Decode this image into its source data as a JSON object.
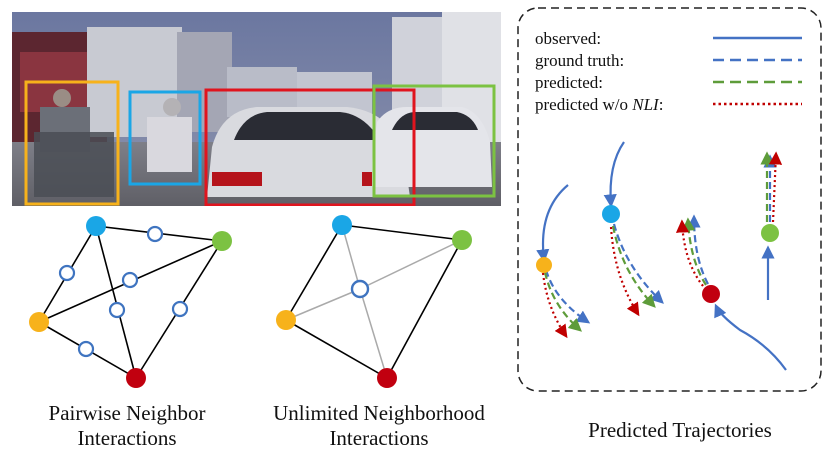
{
  "colors": {
    "yellow": "#f7b21b",
    "blue": "#1aa6e6",
    "red": "#c1000f",
    "green": "#7cc242",
    "ring": "#3f74c0",
    "observed": "#4472c4",
    "ground_truth": "#4472c4",
    "predicted": "#5e9c3a",
    "predicted_wo": "#c00000"
  },
  "legend": {
    "observed": "observed:",
    "ground_truth": "ground truth:",
    "predicted": "predicted:",
    "predicted_wo_prefix": "predicted w/o ",
    "predicted_wo_italic": "NLI",
    "predicted_wo_suffix": ":"
  },
  "captions": {
    "pairwise_line1": "Pairwise Neighbor",
    "pairwise_line2": "Interactions",
    "unlimited_line1": "Unlimited Neighborhood",
    "unlimited_line2": "Interactions",
    "predicted_trajectories": "Predicted Trajectories"
  },
  "icons": {
    "photo": "traffic-scene-photo"
  }
}
